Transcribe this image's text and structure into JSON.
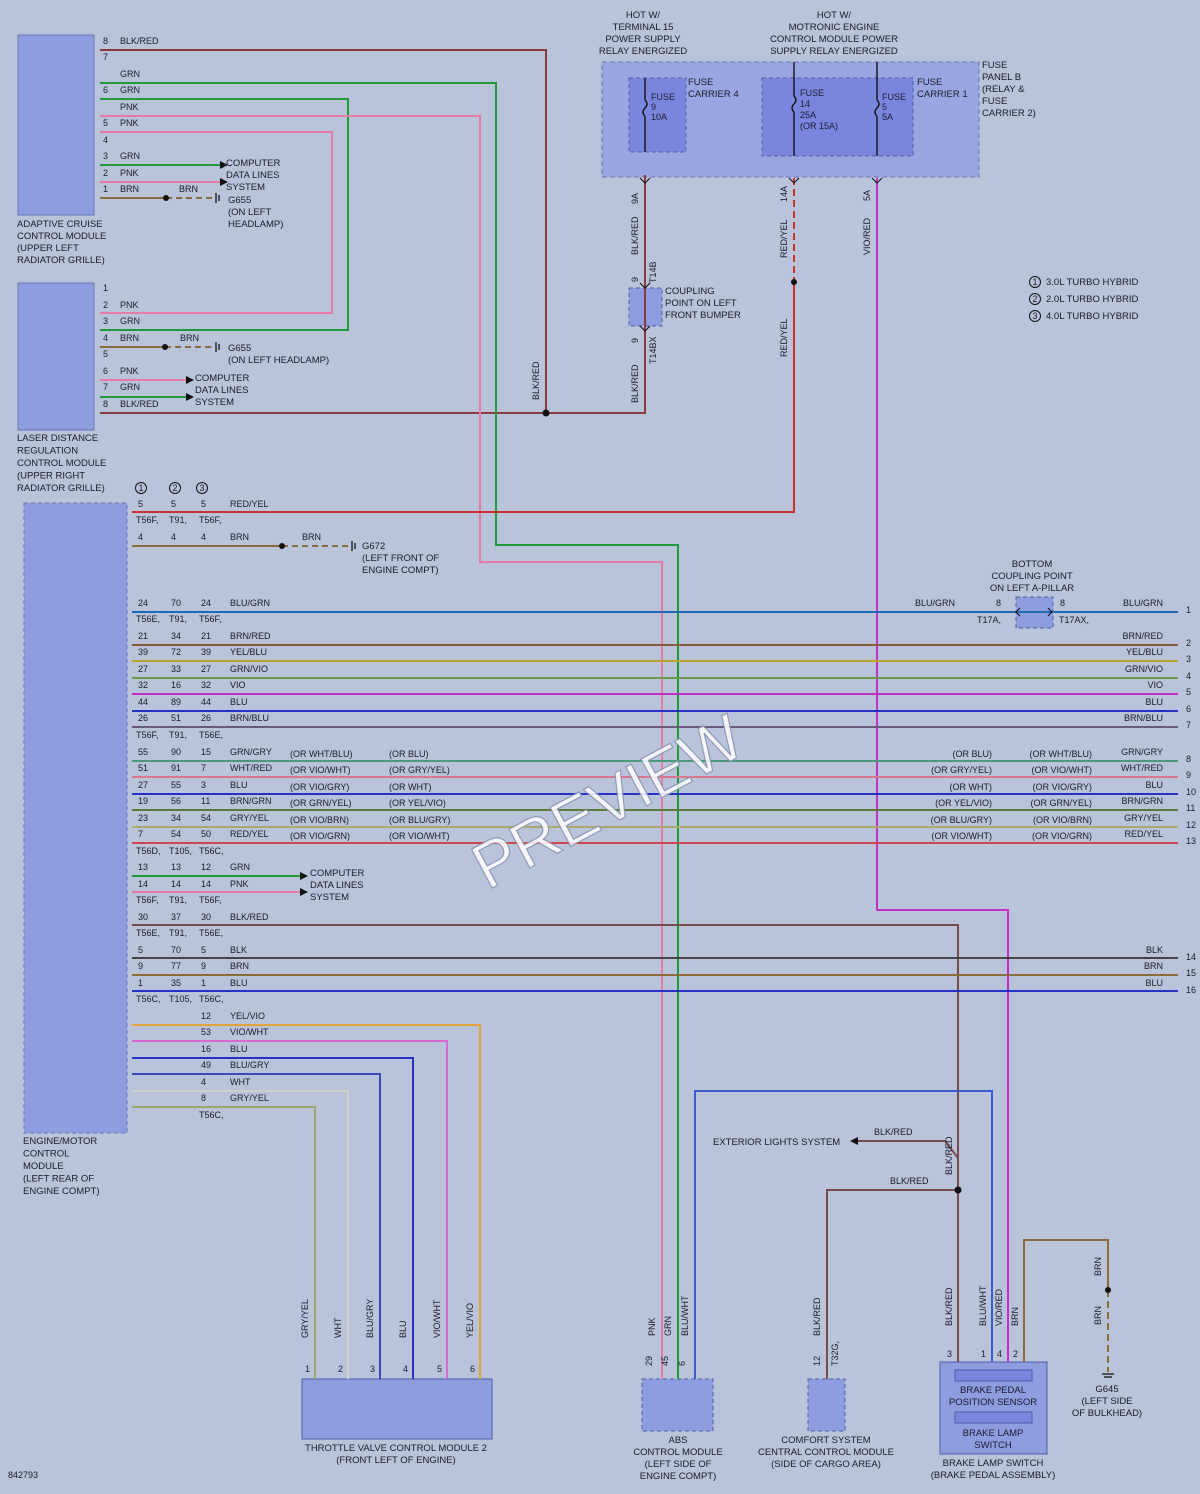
{
  "colors": {
    "background": "#b9c3d9",
    "component_fill": "#8e9ce0",
    "fuse_fill": "#7a86de",
    "BLK": "#333333",
    "RED": "#c8322a",
    "GRN": "#1f9a3a",
    "PNK": "#e57ca6",
    "BRN": "#8b6a3c",
    "BLU": "#2431c2",
    "VIO": "#c02ec4",
    "YEL": "#c9b200",
    "WHT": "#f4f4f4",
    "GRY": "#999999",
    "ORN": "#e38a2e"
  },
  "sheet_id": "842793",
  "watermark": "PREVIEW",
  "hot_labels": {
    "t15": [
      "HOT W/",
      "TERMINAL 15",
      "POWER SUPPLY",
      "RELAY ENERGIZED"
    ],
    "motronic": [
      "HOT W/",
      "MOTRONIC ENGINE",
      "CONTROL MODULE POWER",
      "SUPPLY RELAY ENERGIZED"
    ]
  },
  "fuse_panel": [
    "FUSE",
    "PANEL B",
    "(RELAY &",
    "FUSE",
    "CARRIER 2)"
  ],
  "fuse_carrier4": [
    "FUSE",
    "CARRIER 4"
  ],
  "fuse_carrier1": [
    "FUSE",
    "CARRIER 1"
  ],
  "fuse9": [
    "FUSE",
    "9",
    "10A"
  ],
  "fuse14": [
    "FUSE",
    "14",
    "25A",
    "(OR 15A)"
  ],
  "fuse5": [
    "FUSE",
    "5",
    "5A"
  ],
  "legend": [
    {
      "num": "1",
      "text": "3.0L TURBO HYBRID"
    },
    {
      "num": "2",
      "text": "2.0L TURBO HYBRID"
    },
    {
      "num": "3",
      "text": "4.0L TURBO HYBRID"
    }
  ],
  "acc_module": [
    "ADAPTIVE CRUISE",
    "CONTROL MODULE",
    "(UPPER LEFT",
    "RADIATOR GRILLE)"
  ],
  "ldr_module": [
    "LASER DISTANCE",
    "REGULATION",
    "CONTROL MODULE",
    "(UPPER RIGHT",
    "RADIATOR GRILLE)"
  ],
  "ecm_module": [
    "ENGINE/MOTOR",
    "CONTROL",
    "MODULE",
    "(LEFT REAR OF",
    "ENGINE COMPT)"
  ],
  "throttle_module": [
    "THROTTLE VALVE CONTROL MODULE 2",
    "(FRONT LEFT OF ENGINE)"
  ],
  "abs_module": [
    "ABS",
    "CONTROL MODULE",
    "(LEFT SIDE OF",
    "ENGINE COMPT)"
  ],
  "comfort_module": [
    "COMFORT SYSTEM",
    "CENTRAL CONTROL MODULE",
    "(SIDE OF CARGO AREA)"
  ],
  "brake_sensor": [
    "BRAKE PEDAL",
    "POSITION SENSOR"
  ],
  "brake_switch_inner": [
    "BRAKE LAMP",
    "SWITCH"
  ],
  "brake_switch": [
    "BRAKE LAMP SWITCH",
    "(BRAKE PEDAL ASSEMBLY)"
  ],
  "g645": [
    "G645",
    "(LEFT SIDE",
    "OF BULKHEAD)"
  ],
  "g655a": [
    "G655",
    "(ON LEFT",
    "HEADLAMP)"
  ],
  "g655b": "G655",
  "g655b_loc": "(ON LEFT HEADLAMP)",
  "g672": [
    "G672",
    "(LEFT FRONT OF",
    "ENGINE COMPT)"
  ],
  "computer_data": [
    "COMPUTER",
    "DATA LINES",
    "SYSTEM"
  ],
  "coupling_front": [
    "COUPLING",
    "POINT ON LEFT",
    "FRONT BUMPER"
  ],
  "coupling_bottom": [
    "BOTTOM",
    "COUPLING POINT",
    "ON LEFT A-PILLAR"
  ],
  "exterior_lights": "EXTERIOR LIGHTS SYSTEM",
  "wire_labels": {
    "blk_red": "BLK/RED",
    "red_yel": "RED/YEL",
    "vio_red": "VIO/RED",
    "grn": "GRN",
    "pnk": "PNK",
    "brn": "BRN",
    "blk": "BLK",
    "blu": "BLU",
    "wht": "WHT",
    "blu_wht": "BLU/WHT",
    "blu_grn": "BLU/GRN",
    "gry_yel": "GRY/YEL",
    "blu_gry": "BLU/GRY",
    "vio_wht": "VIO/WHT",
    "yel_vio": "YEL/VIO",
    "9a": "9A",
    "14a": "14A",
    "5a": "5A",
    "t14b": "T14B",
    "t14bx": "T14BX",
    "t17a": "T17A",
    "t17ax": "T17AX",
    "t32g": "T32G",
    "pin8": "8",
    "pin9": "9"
  },
  "acc_pins": [
    {
      "pin": "8",
      "wire": "BLK/RED"
    },
    {
      "pin": "7",
      "wire": ""
    },
    {
      "pin": "",
      "wire": "GRN"
    },
    {
      "pin": "6",
      "wire": "GRN"
    },
    {
      "pin": "",
      "wire": "PNK"
    },
    {
      "pin": "5",
      "wire": "PNK"
    },
    {
      "pin": "4",
      "wire": ""
    },
    {
      "pin": "3",
      "wire": "GRN"
    },
    {
      "pin": "2",
      "wire": "PNK"
    },
    {
      "pin": "1",
      "wire": "BRN"
    }
  ],
  "ldr_pins": [
    {
      "pin": "1",
      "wire": ""
    },
    {
      "pin": "2",
      "wire": "PNK"
    },
    {
      "pin": "3",
      "wire": "GRN"
    },
    {
      "pin": "4",
      "wire": "BRN"
    },
    {
      "pin": "5",
      "wire": ""
    },
    {
      "pin": "6",
      "wire": "PNK"
    },
    {
      "pin": "7",
      "wire": "GRN"
    },
    {
      "pin": "8",
      "wire": "BLK/RED"
    }
  ],
  "ecm_rows": [
    {
      "p": [
        "5",
        "5",
        "5"
      ],
      "wire": "RED/YEL"
    },
    {
      "conn": [
        "T56F",
        "T91",
        "T56F"
      ]
    },
    {
      "p": [
        "4",
        "4",
        "4"
      ],
      "wire": "BRN"
    },
    {
      "p": [
        "24",
        "70",
        "24"
      ],
      "wire": "BLU/GRN"
    },
    {
      "conn": [
        "T56E",
        "T91",
        "T56F"
      ]
    },
    {
      "p": [
        "21",
        "34",
        "21"
      ],
      "wire": "BRN/RED",
      "right": "BRN/RED",
      "ref": "2"
    },
    {
      "p": [
        "39",
        "72",
        "39"
      ],
      "wire": "YEL/BLU",
      "right": "YEL/BLU",
      "ref": "3"
    },
    {
      "p": [
        "27",
        "33",
        "27"
      ],
      "wire": "GRN/VIO",
      "right": "GRN/VIO",
      "ref": "4"
    },
    {
      "p": [
        "32",
        "16",
        "32"
      ],
      "wire": "VIO",
      "right": "VIO",
      "ref": "5"
    },
    {
      "p": [
        "44",
        "89",
        "44"
      ],
      "wire": "BLU",
      "right": "BLU",
      "ref": "6"
    },
    {
      "p": [
        "26",
        "51",
        "26"
      ],
      "wire": "BRN/BLU",
      "right": "BRN/BLU",
      "ref": "7"
    },
    {
      "conn": [
        "T56F",
        "T91",
        "T56E"
      ]
    },
    {
      "p": [
        "55",
        "90",
        "15"
      ],
      "wire": "GRN/GRY",
      "a": "(OR WHT/BLU)",
      "b": "(OR BLU)",
      "ra": "(OR BLU)",
      "rb": "(OR WHT/BLU)",
      "right": "GRN/GRY",
      "ref": "8"
    },
    {
      "p": [
        "51",
        "91",
        "7"
      ],
      "wire": "WHT/RED",
      "a": "(OR VIO/WHT)",
      "b": "(OR GRY/YEL)",
      "ra": "(OR GRY/YEL)",
      "rb": "(OR VIO/WHT)",
      "right": "WHT/RED",
      "ref": "9"
    },
    {
      "p": [
        "27",
        "55",
        "3"
      ],
      "wire": "BLU",
      "a": "(OR VIO/GRY)",
      "b": "(OR WHT)",
      "ra": "(OR WHT)",
      "rb": "(OR VIO/GRY)",
      "right": "BLU",
      "ref": "10"
    },
    {
      "p": [
        "19",
        "56",
        "11"
      ],
      "wire": "BRN/GRN",
      "a": "(OR GRN/YEL)",
      "b": "(OR YEL/VIO)",
      "ra": "(OR YEL/VIO)",
      "rb": "(OR GRN/YEL)",
      "right": "BRN/GRN",
      "ref": "11"
    },
    {
      "p": [
        "23",
        "34",
        "54"
      ],
      "wire": "GRY/YEL",
      "a": "(OR VIO/BRN)",
      "b": "(OR BLU/GRY)",
      "ra": "(OR BLU/GRY)",
      "rb": "(OR VIO/BRN)",
      "right": "GRY/YEL",
      "ref": "12"
    },
    {
      "p": [
        "7",
        "54",
        "50"
      ],
      "wire": "RED/YEL",
      "a": "(OR VIO/GRN)",
      "b": "(OR VIO/WHT)",
      "ra": "(OR VIO/WHT)",
      "rb": "(OR VIO/GRN)",
      "right": "RED/YEL",
      "ref": "13"
    },
    {
      "conn": [
        "T56D",
        "T105",
        "T56C"
      ]
    },
    {
      "p": [
        "13",
        "13",
        "12"
      ],
      "wire": "GRN"
    },
    {
      "p": [
        "14",
        "14",
        "14"
      ],
      "wire": "PNK"
    },
    {
      "conn": [
        "T56F",
        "T91",
        "T56F"
      ]
    },
    {
      "p": [
        "30",
        "37",
        "30"
      ],
      "wire": "BLK/RED"
    },
    {
      "conn": [
        "T56E",
        "T91",
        "T56E"
      ]
    },
    {
      "p": [
        "5",
        "70",
        "5"
      ],
      "wire": "BLK",
      "right": "BLK",
      "ref": "14"
    },
    {
      "p": [
        "9",
        "77",
        "9"
      ],
      "wire": "BRN",
      "right": "BRN",
      "ref": "15"
    },
    {
      "p": [
        "1",
        "35",
        "1"
      ],
      "wire": "BLU",
      "right": "BLU",
      "ref": "16"
    },
    {
      "conn": [
        "T56C",
        "T105",
        "T56C"
      ]
    },
    {
      "p": [
        "",
        "",
        "12"
      ],
      "wire": "YEL/VIO"
    },
    {
      "p": [
        "",
        "",
        "53"
      ],
      "wire": "VIO/WHT"
    },
    {
      "p": [
        "",
        "",
        "16"
      ],
      "wire": "BLU"
    },
    {
      "p": [
        "",
        "",
        "49"
      ],
      "wire": "BLU/GRY"
    },
    {
      "p": [
        "",
        "",
        "4"
      ],
      "wire": "WHT"
    },
    {
      "p": [
        "",
        "",
        "8"
      ],
      "wire": "GRY/YEL"
    },
    {
      "conn": [
        "",
        "",
        "T56C"
      ]
    }
  ],
  "ref1": {
    "wire": "BLU/GRN",
    "ref": "1"
  },
  "throttle_pins": [
    {
      "pin": "1",
      "wire": "GRY/YEL"
    },
    {
      "pin": "2",
      "wire": "WHT"
    },
    {
      "pin": "3",
      "wire": "BLU/GRY"
    },
    {
      "pin": "4",
      "wire": "BLU"
    },
    {
      "pin": "5",
      "wire": "VIO/WHT"
    },
    {
      "pin": "6",
      "wire": "YEL/VIO"
    }
  ],
  "abs_pins": [
    {
      "pin": "29",
      "wire": "PNK"
    },
    {
      "pin": "45",
      "wire": "GRN"
    },
    {
      "pin": "6",
      "wire": "BLU/WHT"
    }
  ],
  "comfort_pin": {
    "pin": "12",
    "wire": "BLK/RED"
  },
  "brake_pins": [
    {
      "pin": "3",
      "wire": "BLK/RED"
    },
    {
      "pin": "1",
      "wire": "BLU/WHT"
    },
    {
      "pin": "4",
      "wire": "VIO/RED"
    },
    {
      "pin": "2",
      "wire": "BRN"
    }
  ]
}
